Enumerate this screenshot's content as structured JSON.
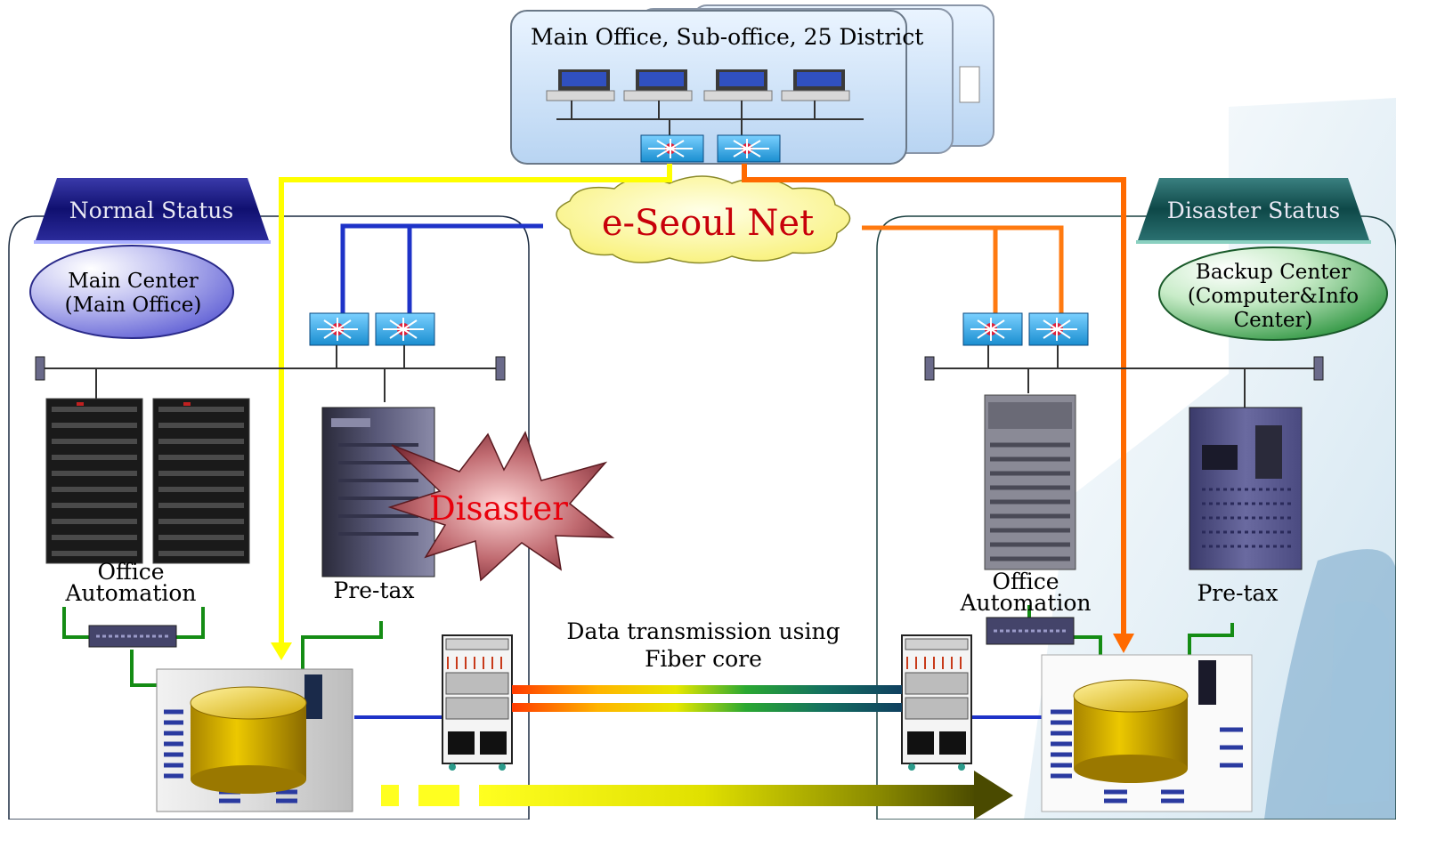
{
  "texts": {
    "office_title": "Main Office, Sub-office, 25 District",
    "network": "e-Seoul Net",
    "normal_status": "Normal Status",
    "disaster_status": "Disaster Status",
    "main_center": "Main Center\n(Main Office)",
    "backup_center": "Backup Center\n(Computer&Info\nCenter)",
    "office_automation_left": "Office\nAutomation",
    "pretax_left": "Pre-tax",
    "office_automation_right": "Office\nAutomation",
    "pretax_right": "Pre-tax",
    "disaster": "Disaster",
    "fiber_label": "Data transmission using\nFiber core"
  },
  "colors": {
    "office_path": "#ffff00",
    "backup_path": "#ff6a00",
    "main_network": "#1e33c8",
    "backup_network": "#ff7a10",
    "storage_link": "#148c14",
    "normal_banner": "#1c1c8a",
    "disaster_banner": "#1f5d5d",
    "storage_drum": "#d8b400"
  },
  "icons": {
    "switch": "network-switch-icon",
    "workstation": "workstation-icon",
    "server": "server-rack-icon",
    "storage": "storage-array-icon",
    "transmission": "transmission-rack-icon",
    "cloud": "cloud-network-icon",
    "burst": "explosion-burst-icon"
  }
}
